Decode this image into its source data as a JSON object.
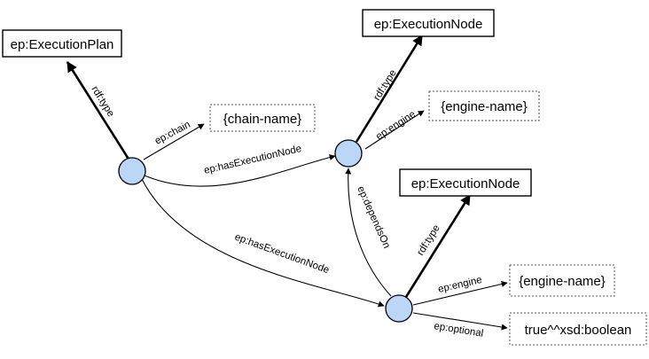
{
  "boxes": {
    "execution_plan": "ep:ExecutionPlan",
    "chain_name": "{chain-name}",
    "execution_node_top": "ep:ExecutionNode",
    "engine_name_top": "{engine-name}",
    "execution_node_mid": "ep:ExecutionNode",
    "engine_name_bottom": "{engine-name}",
    "optional_value": "true^^xsd:boolean"
  },
  "edges": {
    "plan_type": "rdf:type",
    "chain": "ep:chain",
    "has_node_1": "ep:hasExecutionNode",
    "has_node_2": "ep:hasExecutionNode",
    "node1_type": "rdf:type",
    "node1_engine": "ep:engine",
    "depends_on": "ep:dependsOn",
    "node2_type": "rdf:type",
    "node2_engine": "ep:engine",
    "node2_optional": "ep:optional"
  },
  "colors": {
    "node_fill": "#bcd6f7",
    "stroke": "#000000"
  }
}
